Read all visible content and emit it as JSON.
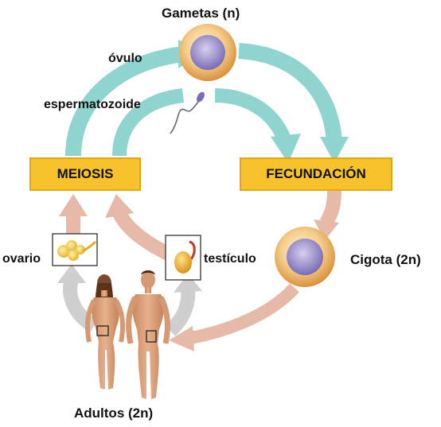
{
  "labels": {
    "gametes": "Gametas (n)",
    "ovule": "óvulo",
    "sperm": "espermatozoide",
    "meiosis": "MEIOSIS",
    "fertilization": "FECUNDACIÓN",
    "ovary": "ovario",
    "testicle": "testículo",
    "zygote": "Cigota (2n)",
    "adults": "Adultos (2n)"
  },
  "colors": {
    "teal_arrow": "#8fd4ce",
    "salmon_arrow": "#e6b9a8",
    "gray_arrow": "#cfcfcf",
    "box_fill": "#f6c32c",
    "cell_fill": "#f1bf6a",
    "nucleus_fill": "#9d8fc8",
    "skin": "#dba27c"
  }
}
